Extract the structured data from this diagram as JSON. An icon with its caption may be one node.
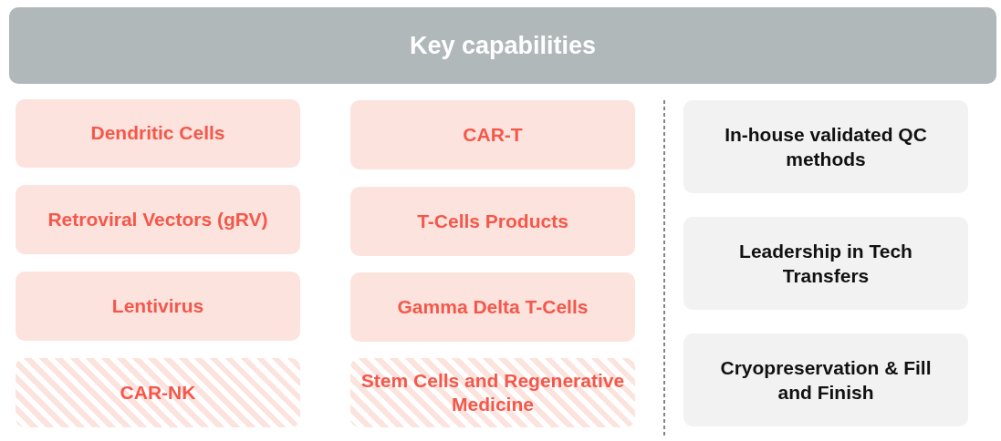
{
  "diagram": {
    "nodes": [
      {
        "text": [
          "Key capabilities"
        ]
      },
      {
        "text": [
          "Dendritic Cells"
        ]
      },
      {
        "text": [
          "Retroviral Vectors (gRV)"
        ]
      },
      {
        "text": [
          "Lentivirus"
        ]
      },
      {
        "text": [
          "CAR-NK"
        ]
      },
      {
        "text": [
          "CAR-T"
        ]
      },
      {
        "text": [
          "T-Cells Products"
        ]
      },
      {
        "text": [
          "Gamma Delta T-Cells"
        ]
      },
      {
        "text": [
          "Stem Cells and Regenerative Medicine"
        ]
      },
      {
        "text": [
          "In-house validated QC methods"
        ]
      },
      {
        "text": [
          "Leadership in Tech Transfers"
        ]
      },
      {
        "text": [
          "Cryopreservation & Fill and Finish"
        ]
      }
    ]
  }
}
